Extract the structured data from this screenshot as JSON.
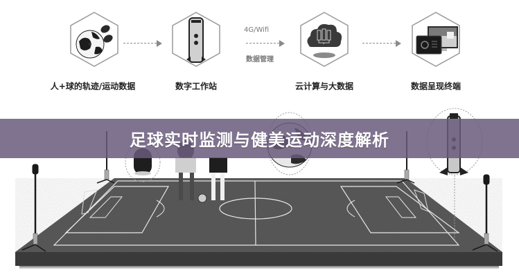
{
  "flow": {
    "steps": [
      {
        "label": "人+球的轨迹/运动数据",
        "icon": "football-sensor-icon"
      },
      {
        "label": "数字工作站",
        "icon": "workstation-icon"
      },
      {
        "label": "云计算与大数据",
        "icon": "cloud-server-icon"
      },
      {
        "label": "数据呈现终端",
        "icon": "display-terminal-icon"
      }
    ],
    "connector": {
      "top_label": "4G/Wifi",
      "bottom_label": "数据管理"
    }
  },
  "banner": {
    "title": "足球实时监测与健美运动深度解析",
    "color": "#6a5a7c"
  },
  "scene": {
    "description": "football-field-with-sensor-poles",
    "field_color": "#555555",
    "line_color": "#e8e8e8"
  }
}
